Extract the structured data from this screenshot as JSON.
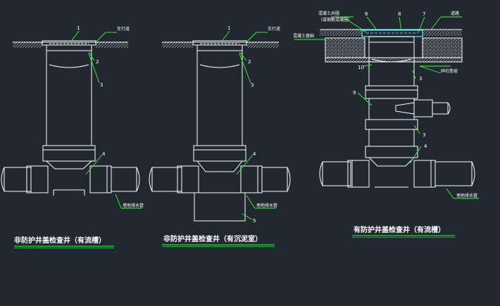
{
  "diagram_a": {
    "caption": "非防护井盖检查井（有流槽）",
    "labels": {
      "road": "车行道",
      "pipe": "埋地排水管"
    },
    "callouts": [
      "1",
      "2",
      "3",
      "4"
    ]
  },
  "diagram_b": {
    "caption": "非防护井盖检查井（有沉泥室）",
    "labels": {
      "road": "车行道",
      "pipe": "埋地排水管"
    },
    "callouts": [
      "1",
      "2",
      "3",
      "4",
      "5"
    ]
  },
  "diagram_c": {
    "caption": "有防护井盖检查井（有流槽）",
    "labels": {
      "top_note_line1": "混凝土井圈",
      "top_note_line2": "（或钢筋混凝圈）",
      "road": "道路",
      "concrete": "混凝土基础",
      "gravel": "碎石垫层",
      "pipe": "埋地排水管"
    },
    "callouts": [
      "6",
      "8",
      "7",
      "10",
      "3",
      "9",
      "3",
      "4"
    ]
  },
  "colors": {
    "background": "#212830",
    "line": "#ffffff",
    "callout": "#33ff33",
    "underline": "#00cc33",
    "accent": "#33ddee"
  }
}
